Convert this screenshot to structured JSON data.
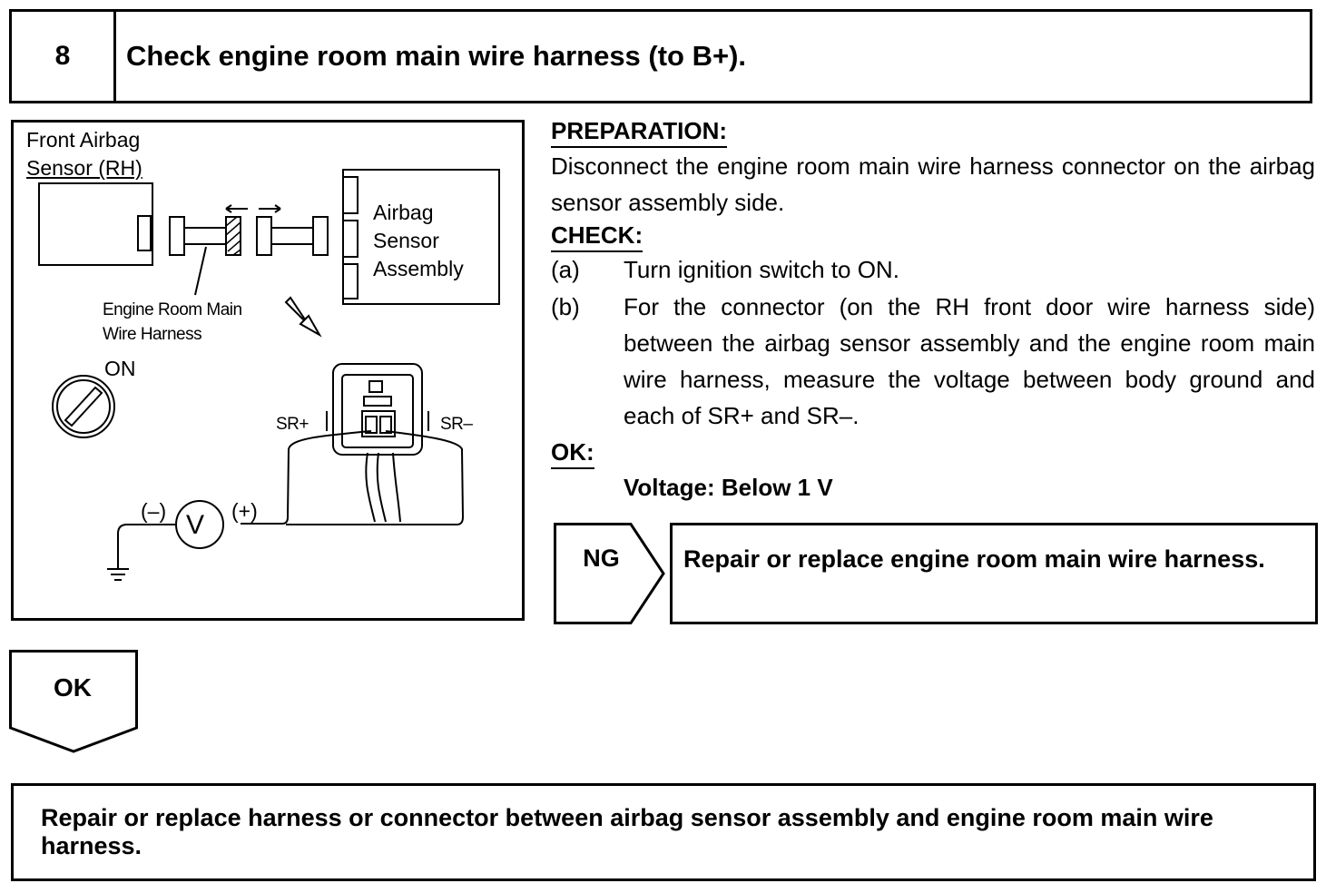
{
  "step": {
    "number": "8",
    "title": "Check engine room main wire harness (to B+)."
  },
  "diagram": {
    "front_sensor_label_line1": "Front Airbag",
    "front_sensor_label_line2": "Sensor (RH)",
    "airbag_assembly_line1": "Airbag",
    "airbag_assembly_line2": "Sensor",
    "airbag_assembly_line3": "Assembly",
    "harness_label_line1": "Engine Room Main",
    "harness_label_line2": "Wire Harness",
    "ignition_label": "ON",
    "sr_plus": "SR+",
    "sr_minus": "SR–",
    "meter_minus": "(–)",
    "meter_plus": "(+)",
    "meter_symbol": "V"
  },
  "instructions": {
    "preparation_heading": "PREPARATION:",
    "preparation_text": "Disconnect the engine room main wire harness connector on the airbag sensor assembly side.",
    "check_heading": "CHECK:",
    "steps": [
      {
        "letter": "(a)",
        "text": "Turn ignition switch to ON."
      },
      {
        "letter": "(b)",
        "text": "For the connector (on the RH front door wire harness side) between the airbag sensor assembly and the engine room main wire harness, measure the voltage between body ground and each of SR+ and SR–."
      }
    ],
    "ok_heading": "OK:",
    "ok_value": "Voltage: Below 1 V"
  },
  "ng": {
    "label": "NG",
    "result": "Repair or replace engine room main wire harness."
  },
  "ok": {
    "label": "OK",
    "result": "Repair or replace harness or connector between airbag sensor assembly and engine room main wire harness."
  }
}
